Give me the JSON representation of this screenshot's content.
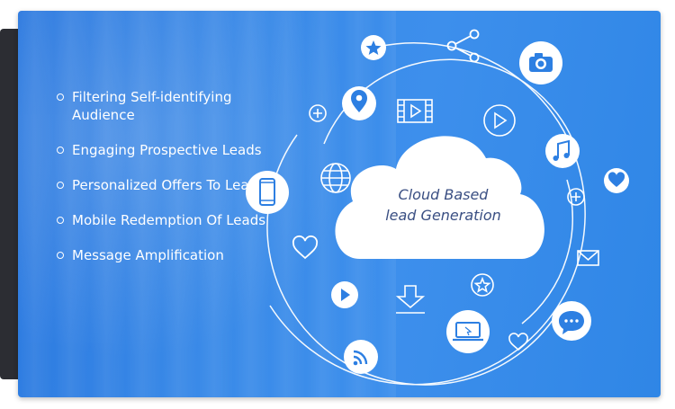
{
  "features": [
    {
      "label": "Filtering Self-identifying Audience"
    },
    {
      "label": "Engaging Prospective Leads"
    },
    {
      "label": "Personalized Offers To Leads"
    },
    {
      "label": "Mobile Redemption Of Leads"
    },
    {
      "label": "Message Amplification"
    }
  ],
  "center": {
    "line1": "Cloud Based",
    "line2": "lead Generation"
  },
  "colors": {
    "background": "#3a8ae8",
    "icon_fill": "#2d7fe2",
    "cloud": "#ffffff",
    "center_text": "#3a4f83"
  },
  "icons": [
    "star-icon",
    "share-icon",
    "camera-icon",
    "location-pin-icon",
    "plus-icon",
    "film-icon",
    "play-icon",
    "music-icon",
    "heart-icon",
    "mobile-phone-icon",
    "globe-icon",
    "mail-icon",
    "download-icon",
    "laptop-icon",
    "chat-icon",
    "rss-icon"
  ]
}
